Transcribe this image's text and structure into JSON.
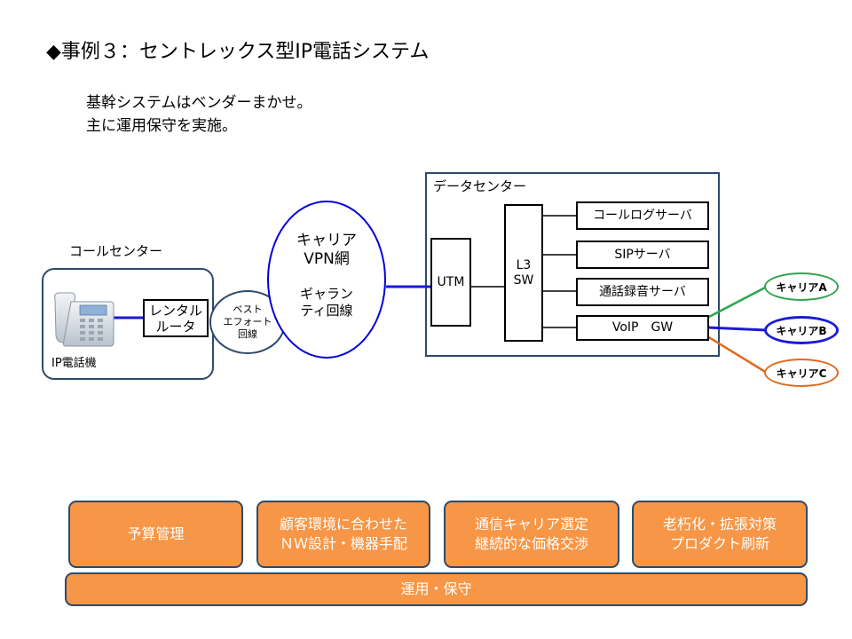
{
  "title": "◆事例３：セントレックス型IP電話システム",
  "subtitle_lines": [
    "基幹システムはベンダーまかせ。",
    "主に運用保守を実施。"
  ],
  "call_center": {
    "label": "コールセンター",
    "phone_label": "IP電話機",
    "router": "レンタル\nルータ"
  },
  "best_effort": "ベスト\nエフォート\n回線",
  "vpn": {
    "name": "キャリア\nVPN網",
    "guarantee": "ギャラン\nティ回線"
  },
  "data_center": {
    "label": "データセンター",
    "utm": "UTM",
    "l3sw": "L3\nSW",
    "servers": [
      "コールログサーバ",
      "SIPサーバ",
      "通話録音サーバ",
      "VoIP　GW"
    ]
  },
  "carriers": [
    {
      "label": "キャリアA",
      "color": "#2ea44f"
    },
    {
      "label": "キャリアB",
      "color": "#1a1ad6"
    },
    {
      "label": "キャリアC",
      "color": "#e06a1a"
    }
  ],
  "tasks": [
    "予算管理",
    "顧客環境に合わせた\nＮＷ設計・機器手配",
    "通信キャリア選定\n継続的な価格交渉",
    "老朽化・拡張対策\nプロダクト刷新"
  ],
  "base_task": "運用・保守",
  "colors": {
    "accent_orange": "#f79646",
    "link_blue": "#1a1ad6",
    "border_navy": "#2c4a6b"
  }
}
